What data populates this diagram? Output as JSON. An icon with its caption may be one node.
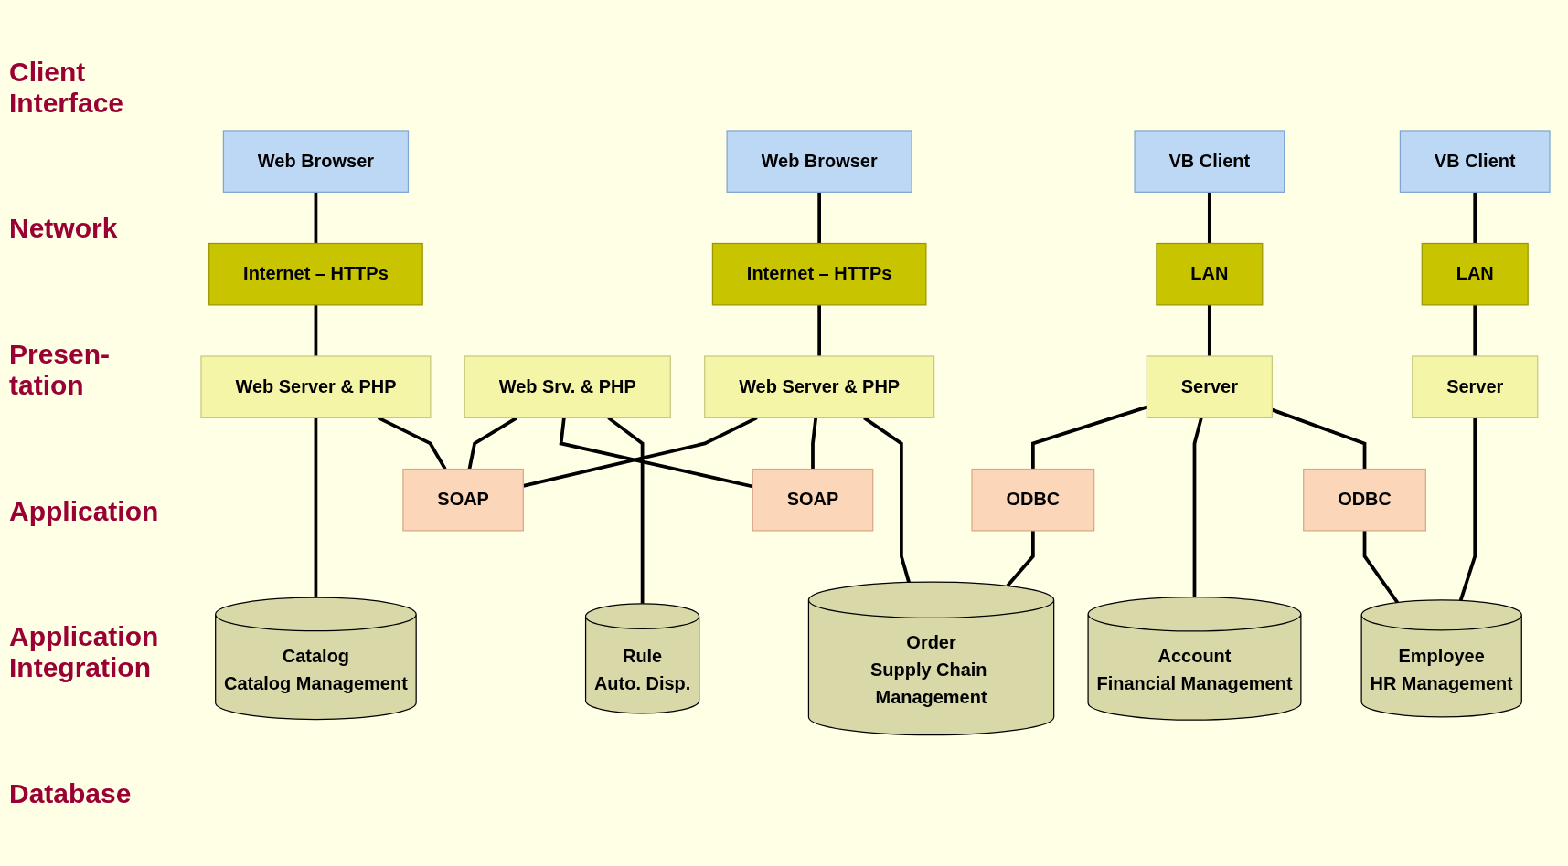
{
  "diagram": {
    "nodes": [
      {
        "text": [
          "Web Browser"
        ]
      },
      {
        "text": [
          "Web Browser"
        ]
      },
      {
        "text": [
          "VB Client"
        ]
      },
      {
        "text": [
          "VB Client"
        ]
      },
      {
        "text": [
          "Internet – HTTPs"
        ]
      },
      {
        "text": [
          "Internet – HTTPs"
        ]
      },
      {
        "text": [
          "LAN"
        ]
      },
      {
        "text": [
          "LAN"
        ]
      },
      {
        "text": [
          "Web Server & PHP"
        ]
      },
      {
        "text": [
          "Web Srv. & PHP"
        ]
      },
      {
        "text": [
          "Web Server & PHP"
        ]
      },
      {
        "text": [
          "Server"
        ]
      },
      {
        "text": [
          "Server"
        ]
      },
      {
        "text": [
          "SOAP"
        ]
      },
      {
        "text": [
          "SOAP"
        ]
      },
      {
        "text": [
          "ODBC"
        ]
      },
      {
        "text": [
          "ODBC"
        ]
      },
      {
        "text": [
          "Catalog",
          "Catalog Management"
        ]
      },
      {
        "text": [
          "Rule",
          "Auto. Disp."
        ]
      },
      {
        "text": [
          "Order",
          "Supply Chain Management"
        ]
      },
      {
        "text": [
          "Account",
          "Financial Management"
        ]
      },
      {
        "text": [
          "Employee",
          "HR Management"
        ]
      }
    ],
    "edges": [
      {
        "from": 0,
        "to": 4,
        "arrow": "none"
      },
      {
        "from": 4,
        "to": 8,
        "arrow": "none"
      },
      {
        "from": 8,
        "to": 17,
        "arrow": "none"
      },
      {
        "from": 8,
        "to": 13,
        "arrow": "none"
      },
      {
        "from": 1,
        "to": 5,
        "arrow": "none"
      },
      {
        "from": 5,
        "to": 10,
        "arrow": "none"
      },
      {
        "from": 2,
        "to": 6,
        "arrow": "none"
      },
      {
        "from": 6,
        "to": 11,
        "arrow": "none"
      },
      {
        "from": 3,
        "to": 7,
        "arrow": "none"
      },
      {
        "from": 7,
        "to": 12,
        "arrow": "none"
      },
      {
        "from": 9,
        "to": 13,
        "arrow": "none"
      },
      {
        "from": 9,
        "to": 14,
        "arrow": "none"
      },
      {
        "from": 9,
        "to": 18,
        "arrow": "none"
      },
      {
        "from": 10,
        "to": 13,
        "arrow": "none"
      },
      {
        "from": 10,
        "to": 14,
        "arrow": "none"
      },
      {
        "from": 10,
        "to": 19,
        "arrow": "none"
      },
      {
        "from": 11,
        "to": 15,
        "arrow": "none"
      },
      {
        "from": 11,
        "to": 20,
        "arrow": "none"
      },
      {
        "from": 11,
        "to": 16,
        "arrow": "none"
      },
      {
        "from": 15,
        "to": 19,
        "arrow": "none"
      },
      {
        "from": 16,
        "to": 21,
        "arrow": "none"
      },
      {
        "from": 12,
        "to": 21,
        "arrow": "none"
      }
    ],
    "labels": [
      "Client Interface",
      "Network",
      "Presen- tation",
      "Application",
      "Application Integration",
      "Database"
    ]
  }
}
